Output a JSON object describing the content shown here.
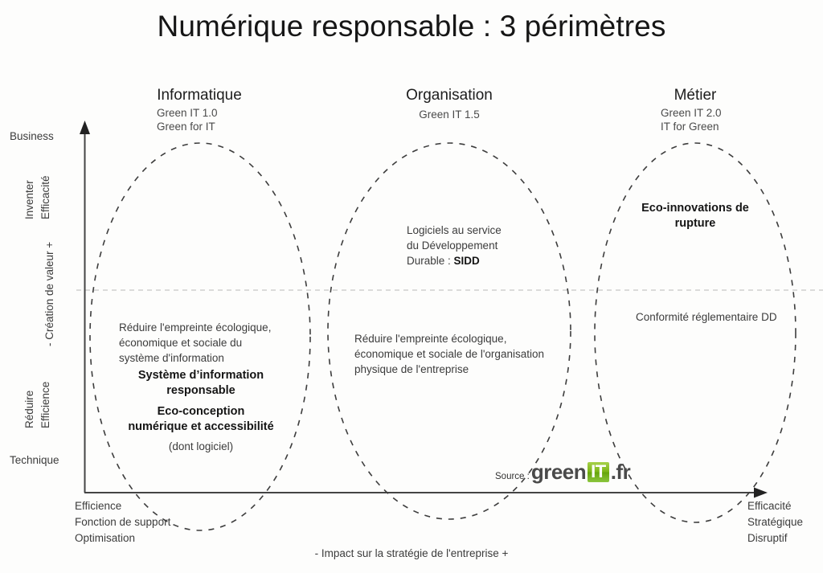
{
  "title": "Numérique responsable : 3 périmètres",
  "columns": [
    {
      "id": "informatique",
      "heading": "Informatique",
      "sub_line1": "Green IT 1.0",
      "sub_line2": "Green for IT"
    },
    {
      "id": "organisation",
      "heading": "Organisation",
      "sub_line1": "Green IT 1.5",
      "sub_line2": ""
    },
    {
      "id": "metier",
      "heading": "Métier",
      "sub_line1": "Green IT 2.0",
      "sub_line2": "IT for Green"
    }
  ],
  "y_axis": {
    "top_label": "Business",
    "bottom_label": "Technique",
    "upper_pair_line1": "Inventer",
    "upper_pair_line2": "Efficacité",
    "lower_pair_line1": "Réduire",
    "lower_pair_line2": "Efficience",
    "axis_title": "- Création de valeur +"
  },
  "x_axis": {
    "caption": "- Impact sur la stratégie de l'entreprise +",
    "left_line1": "Efficience",
    "left_line2": "Fonction de support",
    "left_line3": "Optimisation",
    "right_line1": "Efficacité",
    "right_line2": "Stratégique",
    "right_line3": "Disruptif"
  },
  "ellipse1": {
    "para_line1": "Réduire l'empreinte écologique,",
    "para_line2": "économique et sociale du",
    "para_line3": "système d'information",
    "bold1_line1": "Système d’information",
    "bold1_line2": "responsable",
    "bold2_line1": "Eco-conception",
    "bold2_line2": "numérique et accessibilité",
    "note": "(dont logiciel)"
  },
  "ellipse2": {
    "top_line1": "Logiciels au service",
    "top_line2": "du Développement",
    "top_line3_prefix": "Durable : ",
    "top_line3_bold": "SIDD",
    "para_line1": "Réduire l'empreinte écologique,",
    "para_line2": "économique et sociale de l'organisation",
    "para_line3": "physique de l'entreprise"
  },
  "ellipse3": {
    "bold_line1": "Eco-innovations de",
    "bold_line2": "rupture",
    "para_line1": "Conformité réglementaire DD"
  },
  "source": {
    "label": "Source :",
    "logo_green": "green",
    "logo_it": "IT",
    "logo_fr": ".fr"
  },
  "colors": {
    "background": "#fdfdfc",
    "text": "#3c3c3c",
    "heading": "#161616",
    "ellipse_stroke": "#3d3d3d",
    "axis_stroke": "#444444",
    "grid_stroke": "#b9b9b9",
    "logo_green_box": "#7cb518"
  }
}
